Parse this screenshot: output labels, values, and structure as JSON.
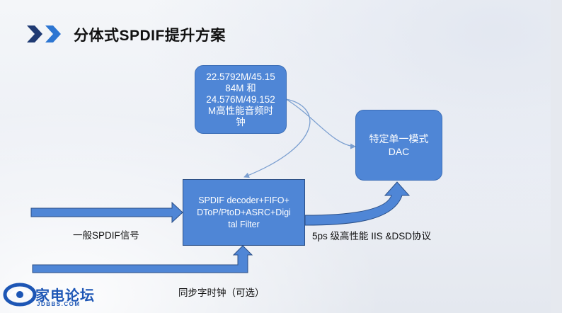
{
  "slide": {
    "title": "分体式SPDIF提升方案"
  },
  "diagram": {
    "clock_box": {
      "lines": [
        "22.5792M/45.15",
        "84M 和",
        "24.576M/49.152",
        "M高性能音频时",
        "钟"
      ]
    },
    "dac_box": {
      "lines": [
        "特定单一模式",
        "DAC"
      ]
    },
    "decoder_box": {
      "lines": [
        "SPDIF decoder+FIFO+",
        "DToP/PtoD+ASRC+Digi",
        "tal Filter"
      ]
    },
    "labels": {
      "spdif_input": "一般SPDIF信号",
      "iis_output": "5ps 级高性能 IIS &DSD协议",
      "sync_clock": "同步字时钟（可选）"
    }
  },
  "logo": {
    "brand": "家电论坛",
    "site": "JDBBS.COM"
  },
  "colors": {
    "box_fill": "#4f86d6",
    "box_text": "#ffffff",
    "thin_arrow": "#7b9fd0",
    "chevron_dark": "#1f3a73",
    "chevron_light": "#2d76d2",
    "logo_blue": "#1d56b5"
  }
}
